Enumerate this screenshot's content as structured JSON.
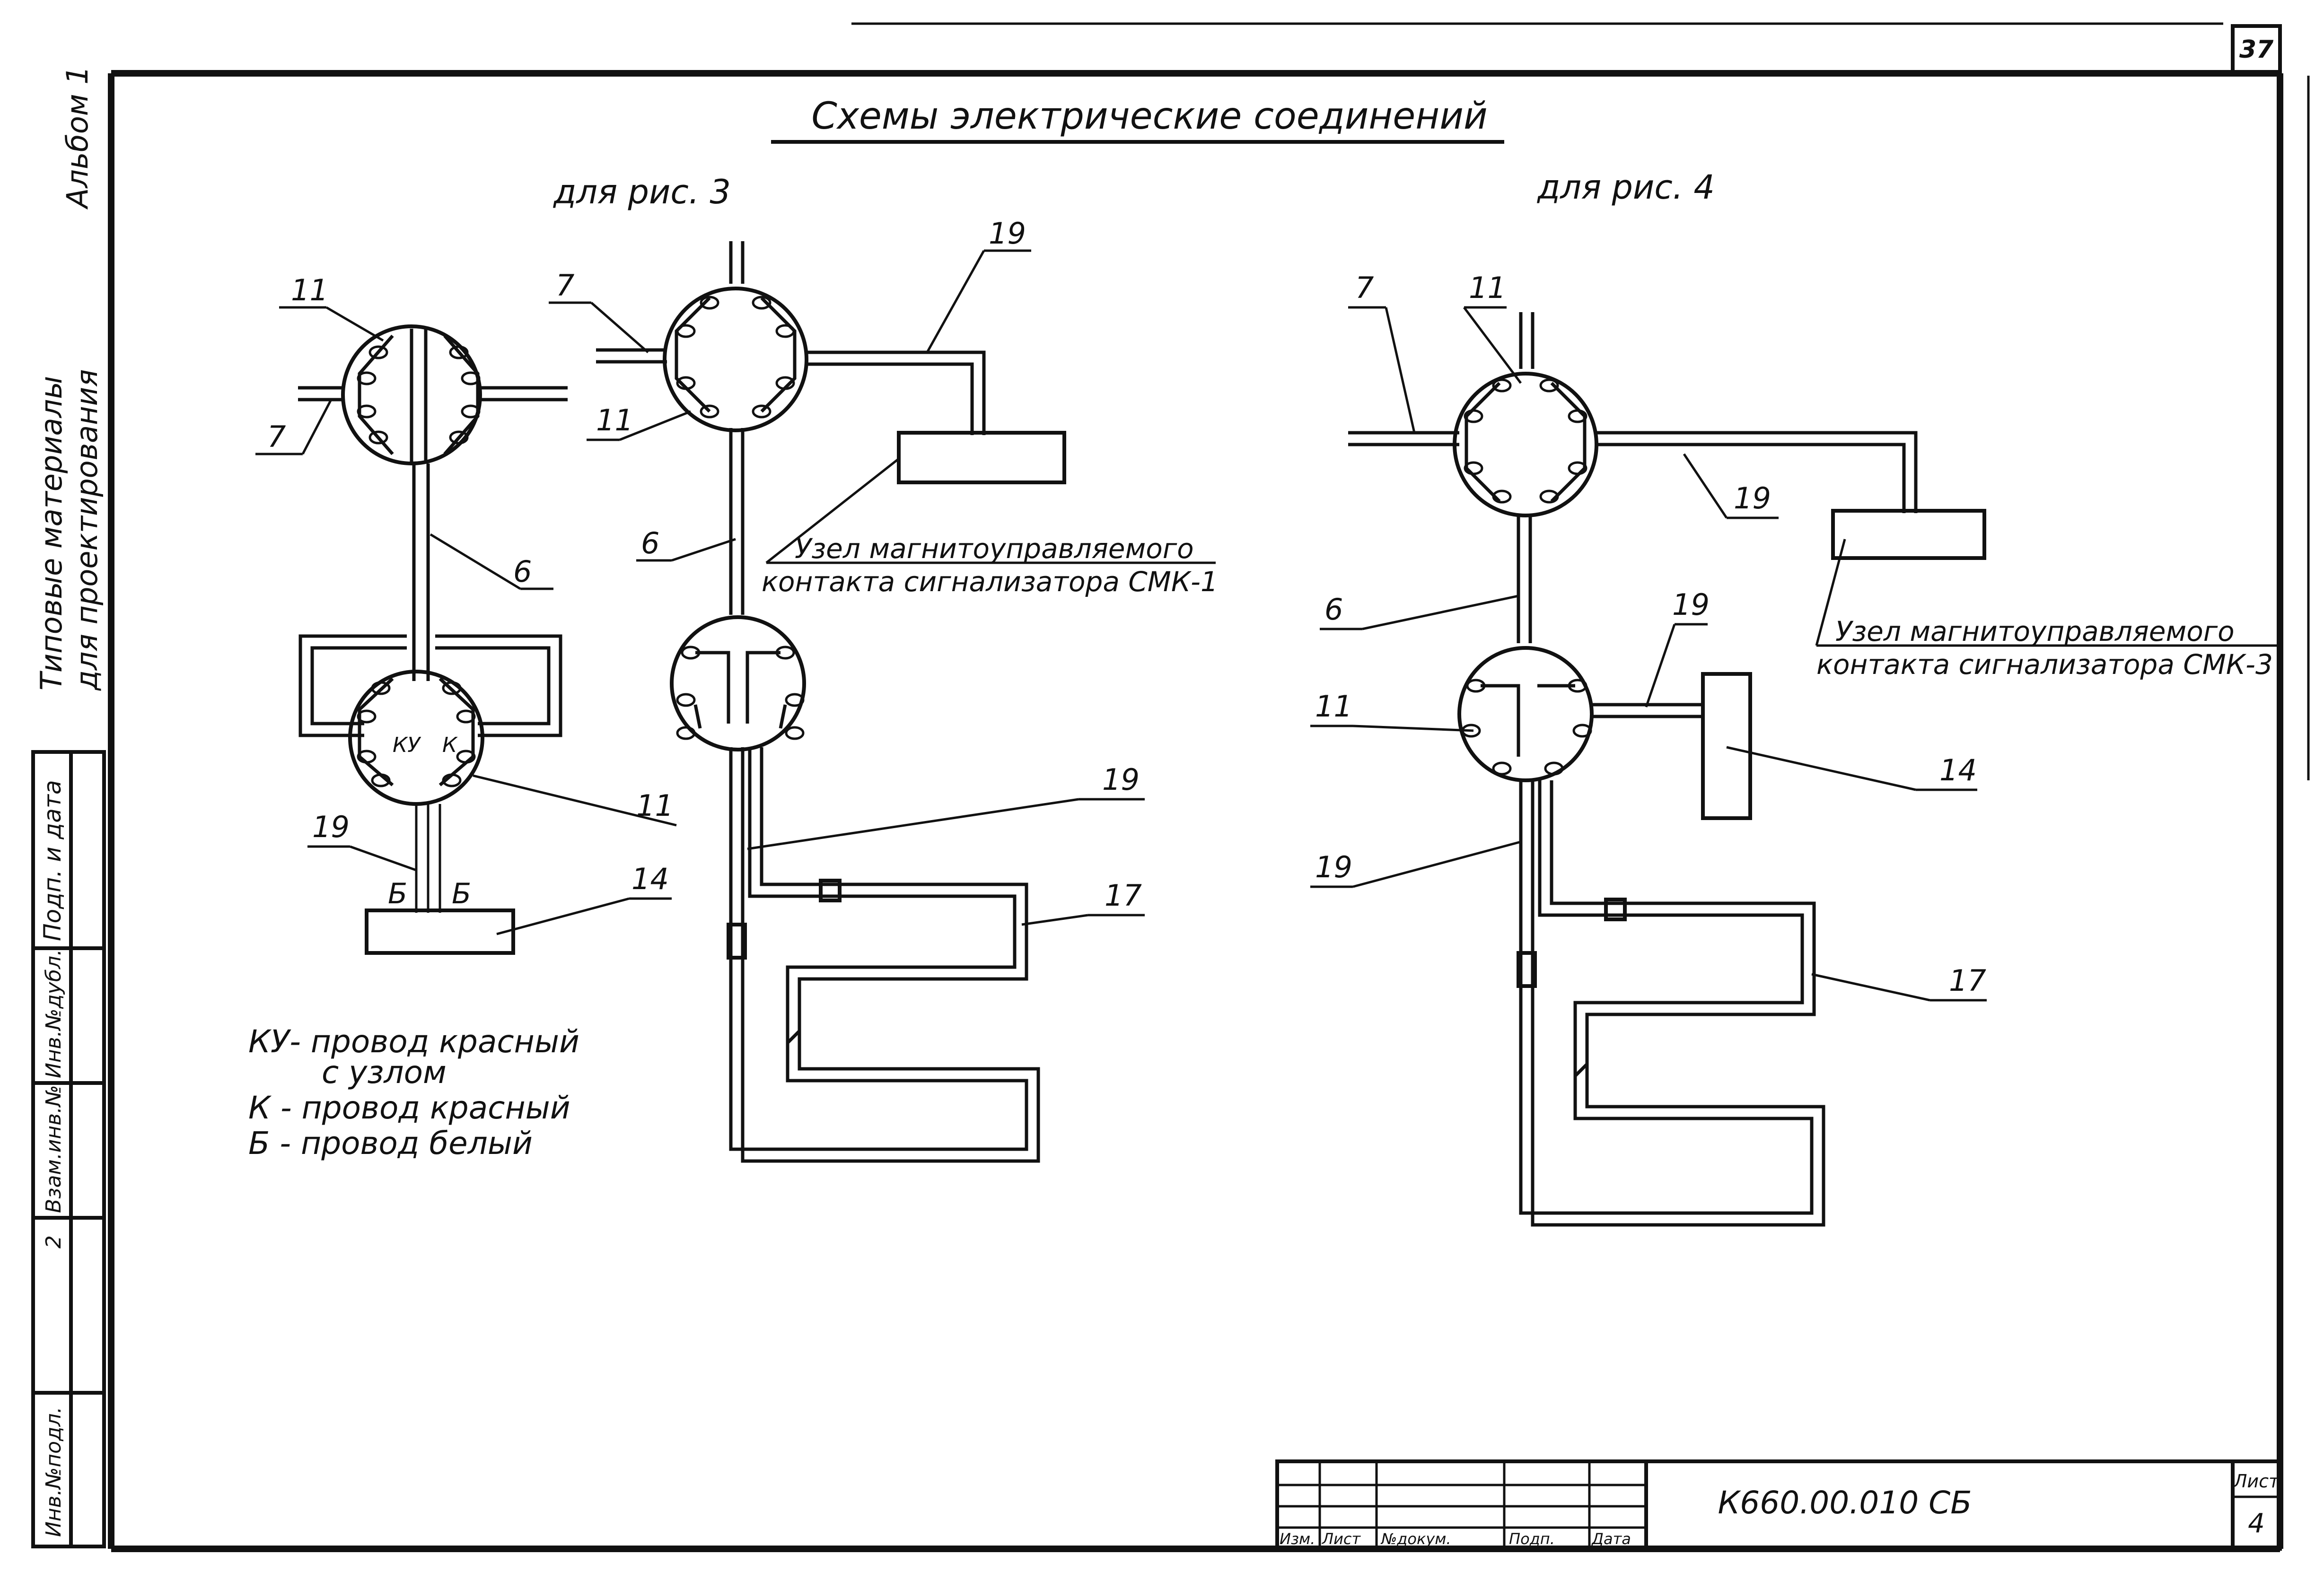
{
  "sheet_number": "37",
  "title": "Схемы электрические соединений",
  "left_margin": {
    "album": "Альбом 1",
    "series_line1": "Типовые материалы",
    "series_line2": "для проектирования",
    "stamp_fields": [
      "Подп. и дата",
      "Инв.№дубл.",
      "Взам.инв.№",
      "",
      "Инв.№подл."
    ],
    "stamp_value": "2"
  },
  "fig3": {
    "caption": "для рис. 3",
    "labels": {
      "l11a": "11",
      "l7a": "7",
      "l6": "6",
      "l11b": "11",
      "l19": "19",
      "l14": "14",
      "wireB1": "Б",
      "wireB2": "Б",
      "wireKU": "КУ",
      "wireK": "К",
      "r7": "7",
      "r11": "11",
      "r19a": "19",
      "r6": "6",
      "r19b": "19",
      "r17": "17"
    },
    "node_caption_1": "Узел магнитоуправляемого",
    "node_caption_2": "контакта сигнализатора СМК-1"
  },
  "fig4": {
    "caption": "для рис. 4",
    "labels": {
      "l7": "7",
      "l11a": "11",
      "l19a": "19",
      "l6": "6",
      "l19b": "19",
      "l11b": "11",
      "l14": "14",
      "l19c": "19",
      "l17": "17"
    },
    "node_caption_1": "Узел магнитоуправляемого",
    "node_caption_2": "контакта сигнализатора СМК-3"
  },
  "legend": {
    "line1": "КУ- провод красный",
    "line2": "с узлом",
    "line3": "К - провод красный",
    "line4": "Б - провод белый"
  },
  "title_block": {
    "code": "К660.00.010 СБ",
    "sheet_label": "Лист",
    "sheet_value": "4",
    "columns": [
      "Изм.",
      "Лист",
      "№докум.",
      "Подп.",
      "Дата"
    ]
  }
}
